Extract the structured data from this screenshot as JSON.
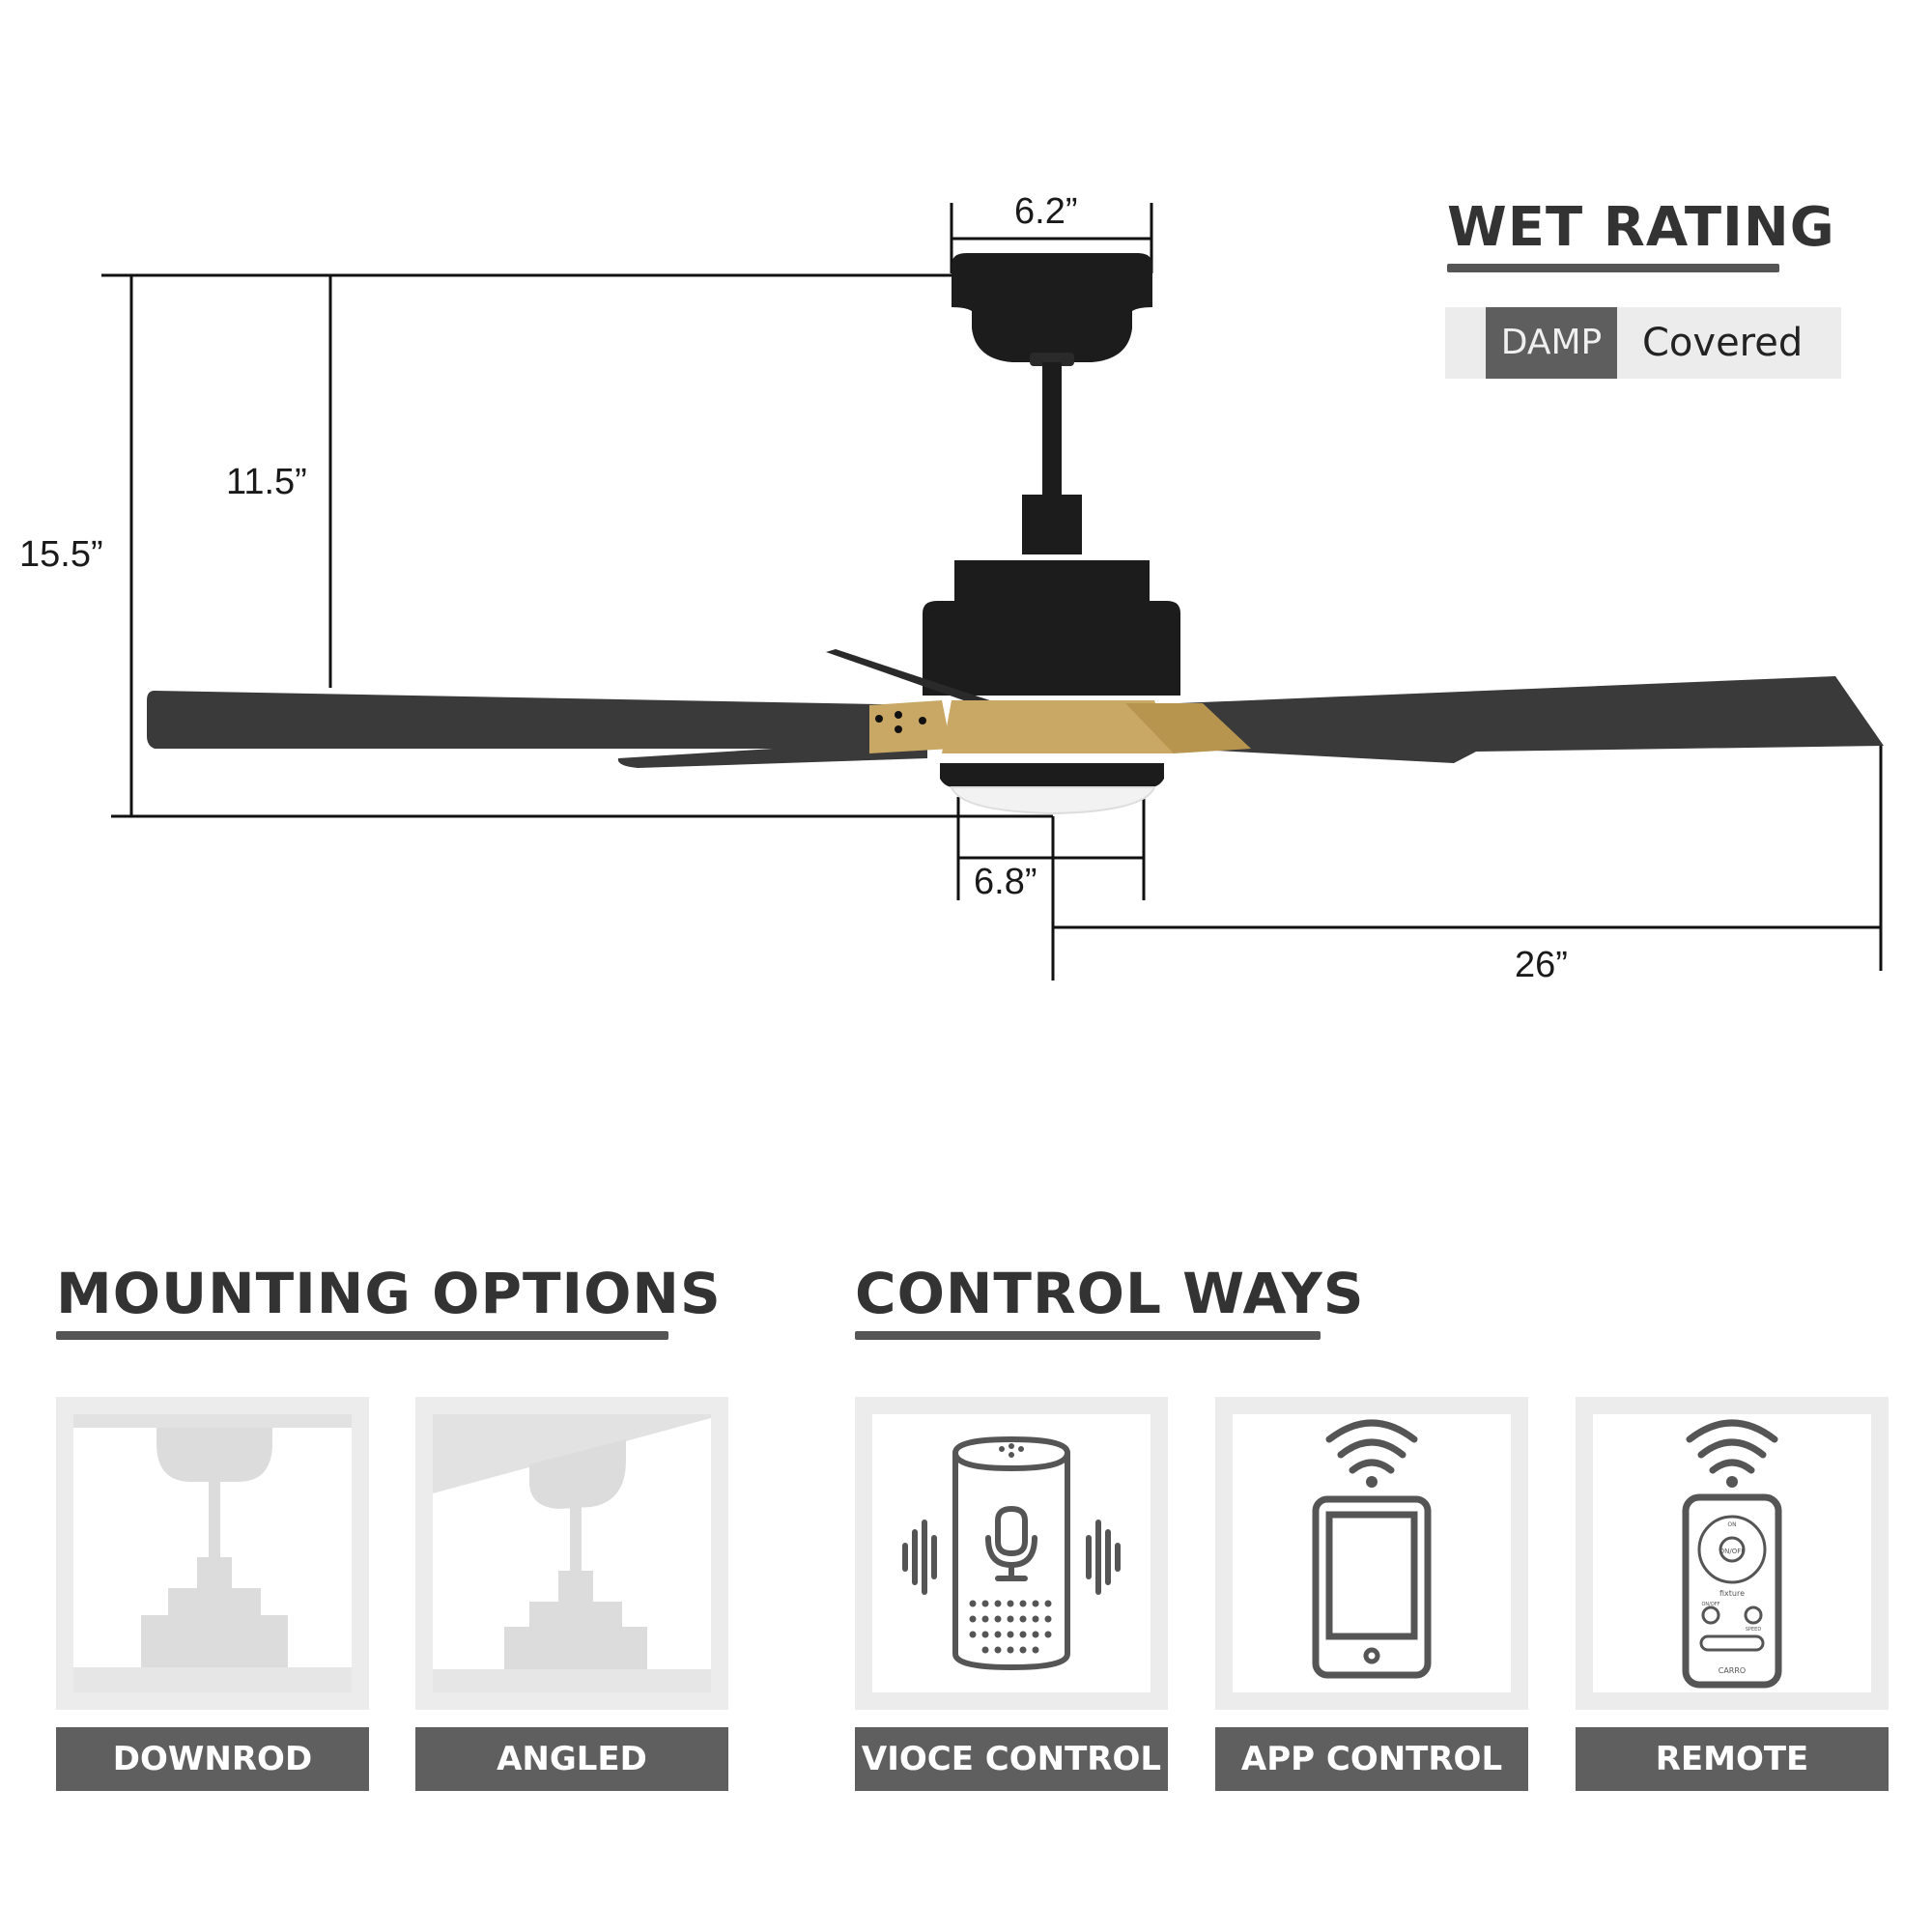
{
  "dimensions": {
    "canopy_width": "6.2”",
    "downrod_height": "11.5”",
    "total_height": "15.5”",
    "light_width": "6.8”",
    "blade_radius": "26”"
  },
  "wet_rating": {
    "title": "WET RATING",
    "rating": "DAMP",
    "location": "Covered"
  },
  "mounting": {
    "title": "MOUNTING OPTIONS",
    "options": [
      {
        "label": "DOWNROD",
        "icon": "downrod-mount-icon"
      },
      {
        "label": "ANGLED",
        "icon": "angled-mount-icon"
      }
    ]
  },
  "control": {
    "title": "CONTROL WAYS",
    "options": [
      {
        "label": "VIOCE CONTROL",
        "icon": "smart-speaker-icon"
      },
      {
        "label": "APP CONTROL",
        "icon": "tablet-wifi-icon"
      },
      {
        "label": "REMOTE",
        "icon": "remote-wifi-icon"
      }
    ]
  },
  "remote_text": {
    "brand": "CARRO",
    "fixture": "fixture",
    "on": "ON",
    "off": "OFF",
    "on_off": "ON/OFF",
    "sleep": "ON/OFF",
    "speed": "SPEED"
  },
  "colors": {
    "fan_body": "#1c1c1c",
    "blade": "#3a3a3a",
    "brass": "#c9a865",
    "title_text": "#333333",
    "label_bg": "#5f5f5f",
    "wet_damp_bg": "#5e5e5e",
    "tile_frame": "#ececec",
    "icon_stroke": "#555555"
  }
}
